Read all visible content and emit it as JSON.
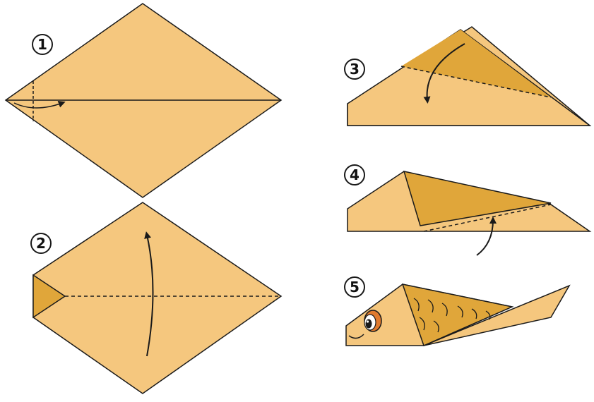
{
  "colors": {
    "paper_light": "#F5C77E",
    "paper_dark": "#E0A63A",
    "outline": "#1A1A1A",
    "eye_ring": "#E07A2E",
    "background": "#FFFFFF"
  },
  "steps": [
    {
      "number": "1",
      "description": ""
    },
    {
      "number": "2",
      "description": ""
    },
    {
      "number": "3",
      "description": ""
    },
    {
      "number": "4",
      "description": ""
    },
    {
      "number": "5",
      "description": ""
    }
  ]
}
